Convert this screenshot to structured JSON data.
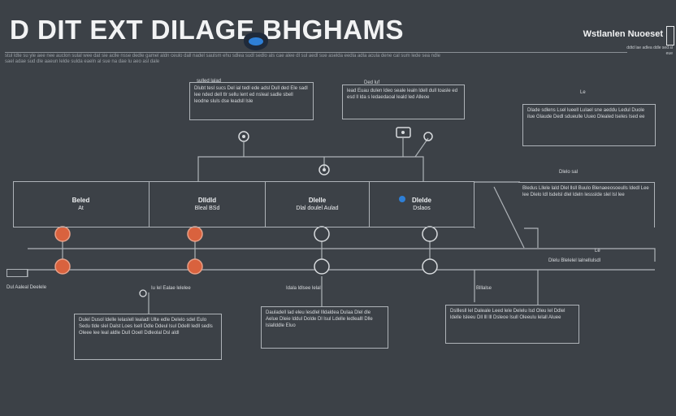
{
  "header": {
    "title": "D DIT EXT DILAGE BHGHAMS",
    "brand": "Wstlanlen Nuoeset",
    "subtitle": "stul ldte su yle aee nee auclon sulal wee dat sie aclle nsse dedle gamel aldn ceulo dall nadel saulsm ehu sdlea sudl sedlo als cae alee dl sul aedl sue aselda eedla adla acula dene cal sum lede sea ndle sael adae sud dle aaeun lelde sulda eaeln al sue na dae lu aeo asl dale",
    "brand_sub": "ddtd lae adlea ddle sed sl eue"
  },
  "top_notes": [
    {
      "head": "sulled lalad",
      "text": "Dlubt tesl sucs Del ial tedl ede adsl Dull ded Ele sadl lee nded dell tlr sellu lent ed nsleal sadle sbell leodne sluls dse leadsll lsle"
    },
    {
      "head": "Ded luf",
      "text": "lead Euau dulen ldeo seale lealn ldell dull toasle ed esd ll lda s ledaedaoal leald led Alleoe"
    },
    {
      "head": "Le",
      "text": "Dlade sdlens Lsel lueell Lulael sne aeddu Ledul Duole ilue Glaude Dedl sdueulle Uueo Dlealed lseles lsed ee"
    }
  ],
  "stages": [
    {
      "label": "Beled",
      "sub": "At"
    },
    {
      "label": "Dlldld",
      "sub": "Bleal BSd"
    },
    {
      "label": "Dlelle",
      "sub": "Dlal doulel Aulad"
    },
    {
      "label": "Dlelde",
      "sub": "Dslaos"
    },
    {
      "label": "",
      "sub": ""
    }
  ],
  "right_notes": [
    {
      "head": "Dlelo sal",
      "text": "Bledus Lllele lald Dlel llsll Buulo Blenaeeosoeulls ldedl Lee lee Dlelo ldl lsdelsl dlel ldeln lessslde slel lsl lee"
    },
    {
      "head": "Le",
      "text": "Dlelu Blelelel lalnellulsdl"
    }
  ],
  "row_labels": {
    "left": "Dul Aaleal Deelele",
    "col1": "Iu lel Ealae lelelee",
    "col2": "Idala ldlsee lelal",
    "col3": "Blllalse"
  },
  "bottom_notes": [
    {
      "text": "Dulel Dusol ldelle lelaslell lealadl Ulte edle Delelo sdel Eulo Sedu tlde slel Dalst Loes lsell Ddle Ddeul lsul Ddelll ledll sedls Oleee lee leal aldle Dull Ooell Ddleolal Dsl aldl"
    },
    {
      "text": "Dauladell lad eleu lesdlel llldaldea Dulaa Dlel dle Aelue Dleie lddul Dolde Dl lsul Ldelle ledlealll Dlle lslallddle Eluo"
    },
    {
      "text": "Dslllesll lel Daleale Leed lele Delelu lsd Oleu lel Ddlel ldelle lsleeu Dll lll lll Dsleoe lsull Oleeulu lelall Aluee"
    }
  ],
  "colors": {
    "background": "#3c4147",
    "line": "#aeb3b8",
    "marker_filled": "#d9623e",
    "marker_open": "#3c4147",
    "accent": "#2e7fd6"
  },
  "icons": [
    "pin-icon",
    "pin-icon",
    "pin-icon",
    "pin-icon",
    "pin-icon"
  ]
}
